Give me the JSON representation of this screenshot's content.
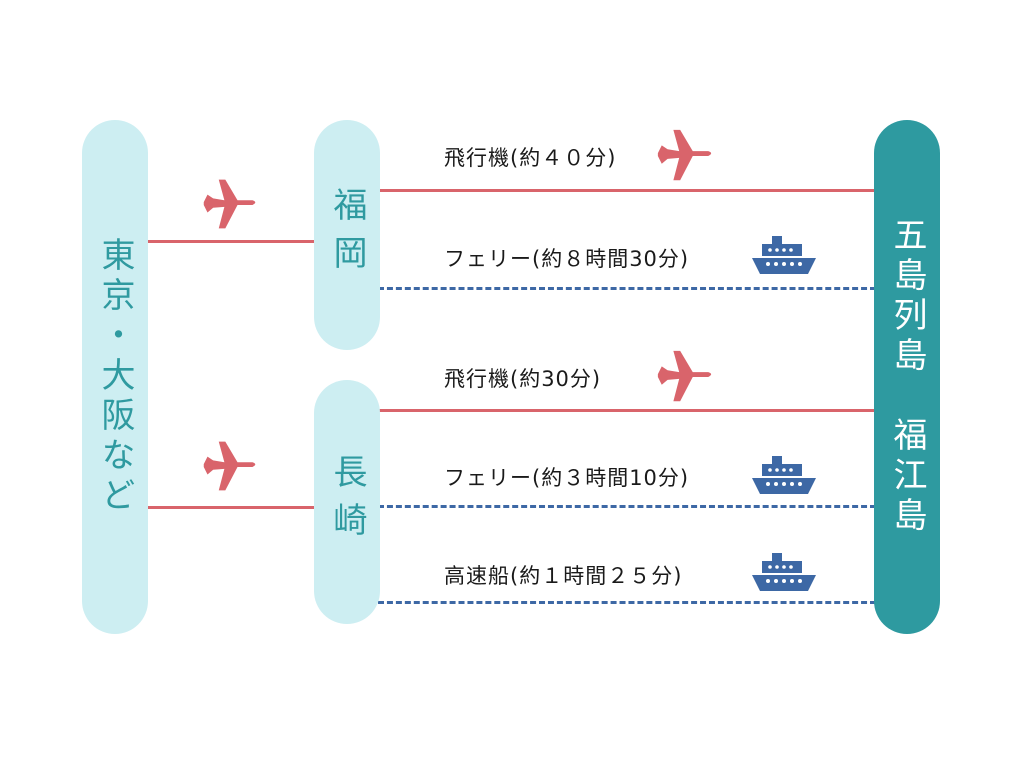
{
  "origin": {
    "label": "東京・大阪など"
  },
  "hubs": [
    {
      "label": "福岡"
    },
    {
      "label": "長崎"
    }
  ],
  "destination": {
    "label": "五島列島　福江島"
  },
  "routes": [
    {
      "mode": "plane",
      "label": "飛行機(約４０分)"
    },
    {
      "mode": "ferry",
      "label": "フェリー(約８時間30分)"
    },
    {
      "mode": "plane",
      "label": "飛行機(約30分)"
    },
    {
      "mode": "ferry",
      "label": "フェリー(約３時間10分)"
    },
    {
      "mode": "ferry",
      "label": "高速船(約１時間２５分)"
    }
  ],
  "colors": {
    "pill_light": "#cdeef2",
    "pill_dark": "#2e9aa0",
    "text_teal": "#2f9aa0",
    "plane_red": "#d9646b",
    "ferry_blue": "#3d68a5"
  },
  "icons": {
    "plane": "airplane-icon",
    "ferry": "ferry-ship-icon"
  }
}
